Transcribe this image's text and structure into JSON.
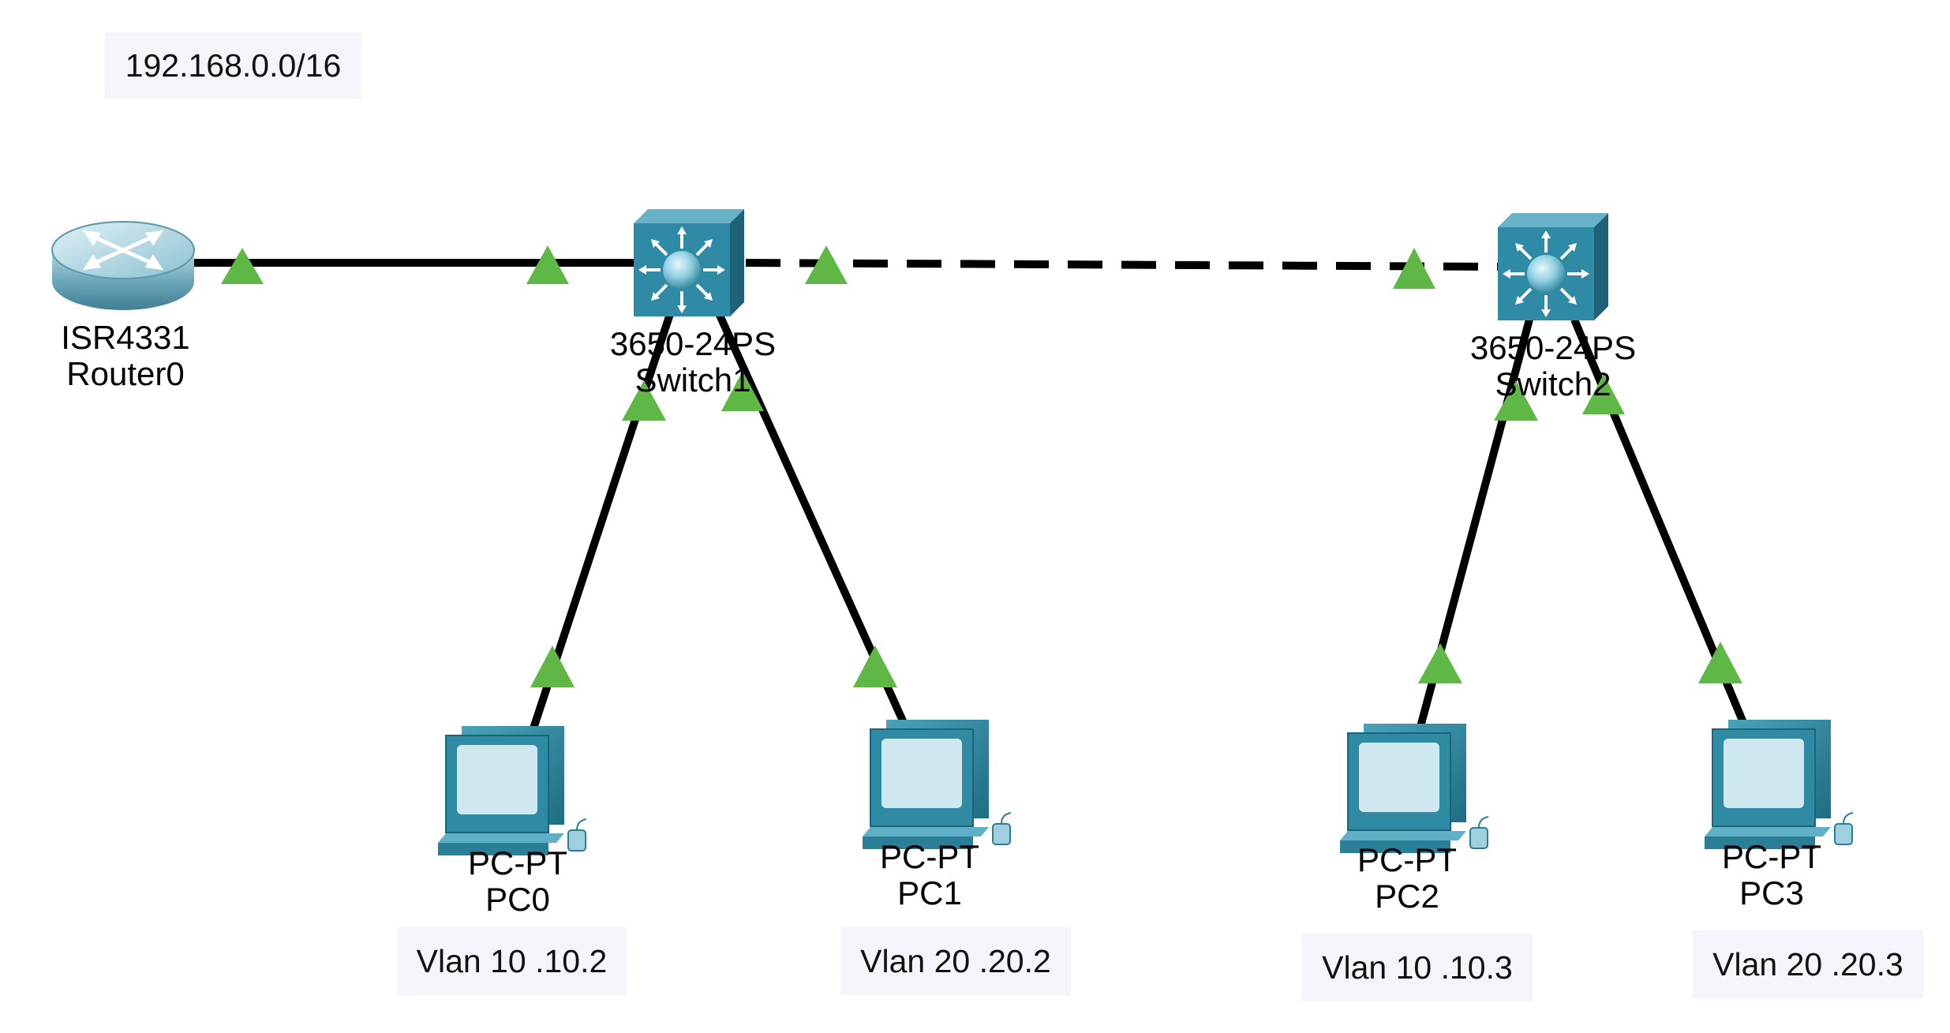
{
  "network_note": "192.168.0.0/16",
  "devices": {
    "router0": {
      "model": "ISR4331",
      "name": "Router0"
    },
    "switch1": {
      "model": "3650-24PS",
      "name": "Switch1"
    },
    "switch2": {
      "model": "3650-24PS",
      "name": "Switch2"
    },
    "pc0": {
      "model": "PC-PT",
      "name": "PC0",
      "vlan_note": "Vlan 10 .10.2"
    },
    "pc1": {
      "model": "PC-PT",
      "name": "PC1",
      "vlan_note": "Vlan 20 .20.2"
    },
    "pc2": {
      "model": "PC-PT",
      "name": "PC2",
      "vlan_note": "Vlan 10 .10.3"
    },
    "pc3": {
      "model": "PC-PT",
      "name": "PC3",
      "vlan_note": "Vlan 20 .20.3"
    }
  },
  "links": [
    {
      "from": "router0",
      "to": "switch1",
      "style": "solid",
      "status": "up"
    },
    {
      "from": "switch1",
      "to": "switch2",
      "style": "dashed",
      "status": "up"
    },
    {
      "from": "switch1",
      "to": "pc0",
      "style": "solid",
      "status": "up"
    },
    {
      "from": "switch1",
      "to": "pc1",
      "style": "solid",
      "status": "up"
    },
    {
      "from": "switch2",
      "to": "pc2",
      "style": "solid",
      "status": "up"
    },
    {
      "from": "switch2",
      "to": "pc3",
      "style": "solid",
      "status": "up"
    }
  ],
  "colors": {
    "link_up": "#5fb846",
    "switch_face": "#2e8aa5",
    "router_body": "#7fb3c4",
    "pc_screen": "#cfe8ef",
    "note_bg": "#f4f5fa"
  }
}
